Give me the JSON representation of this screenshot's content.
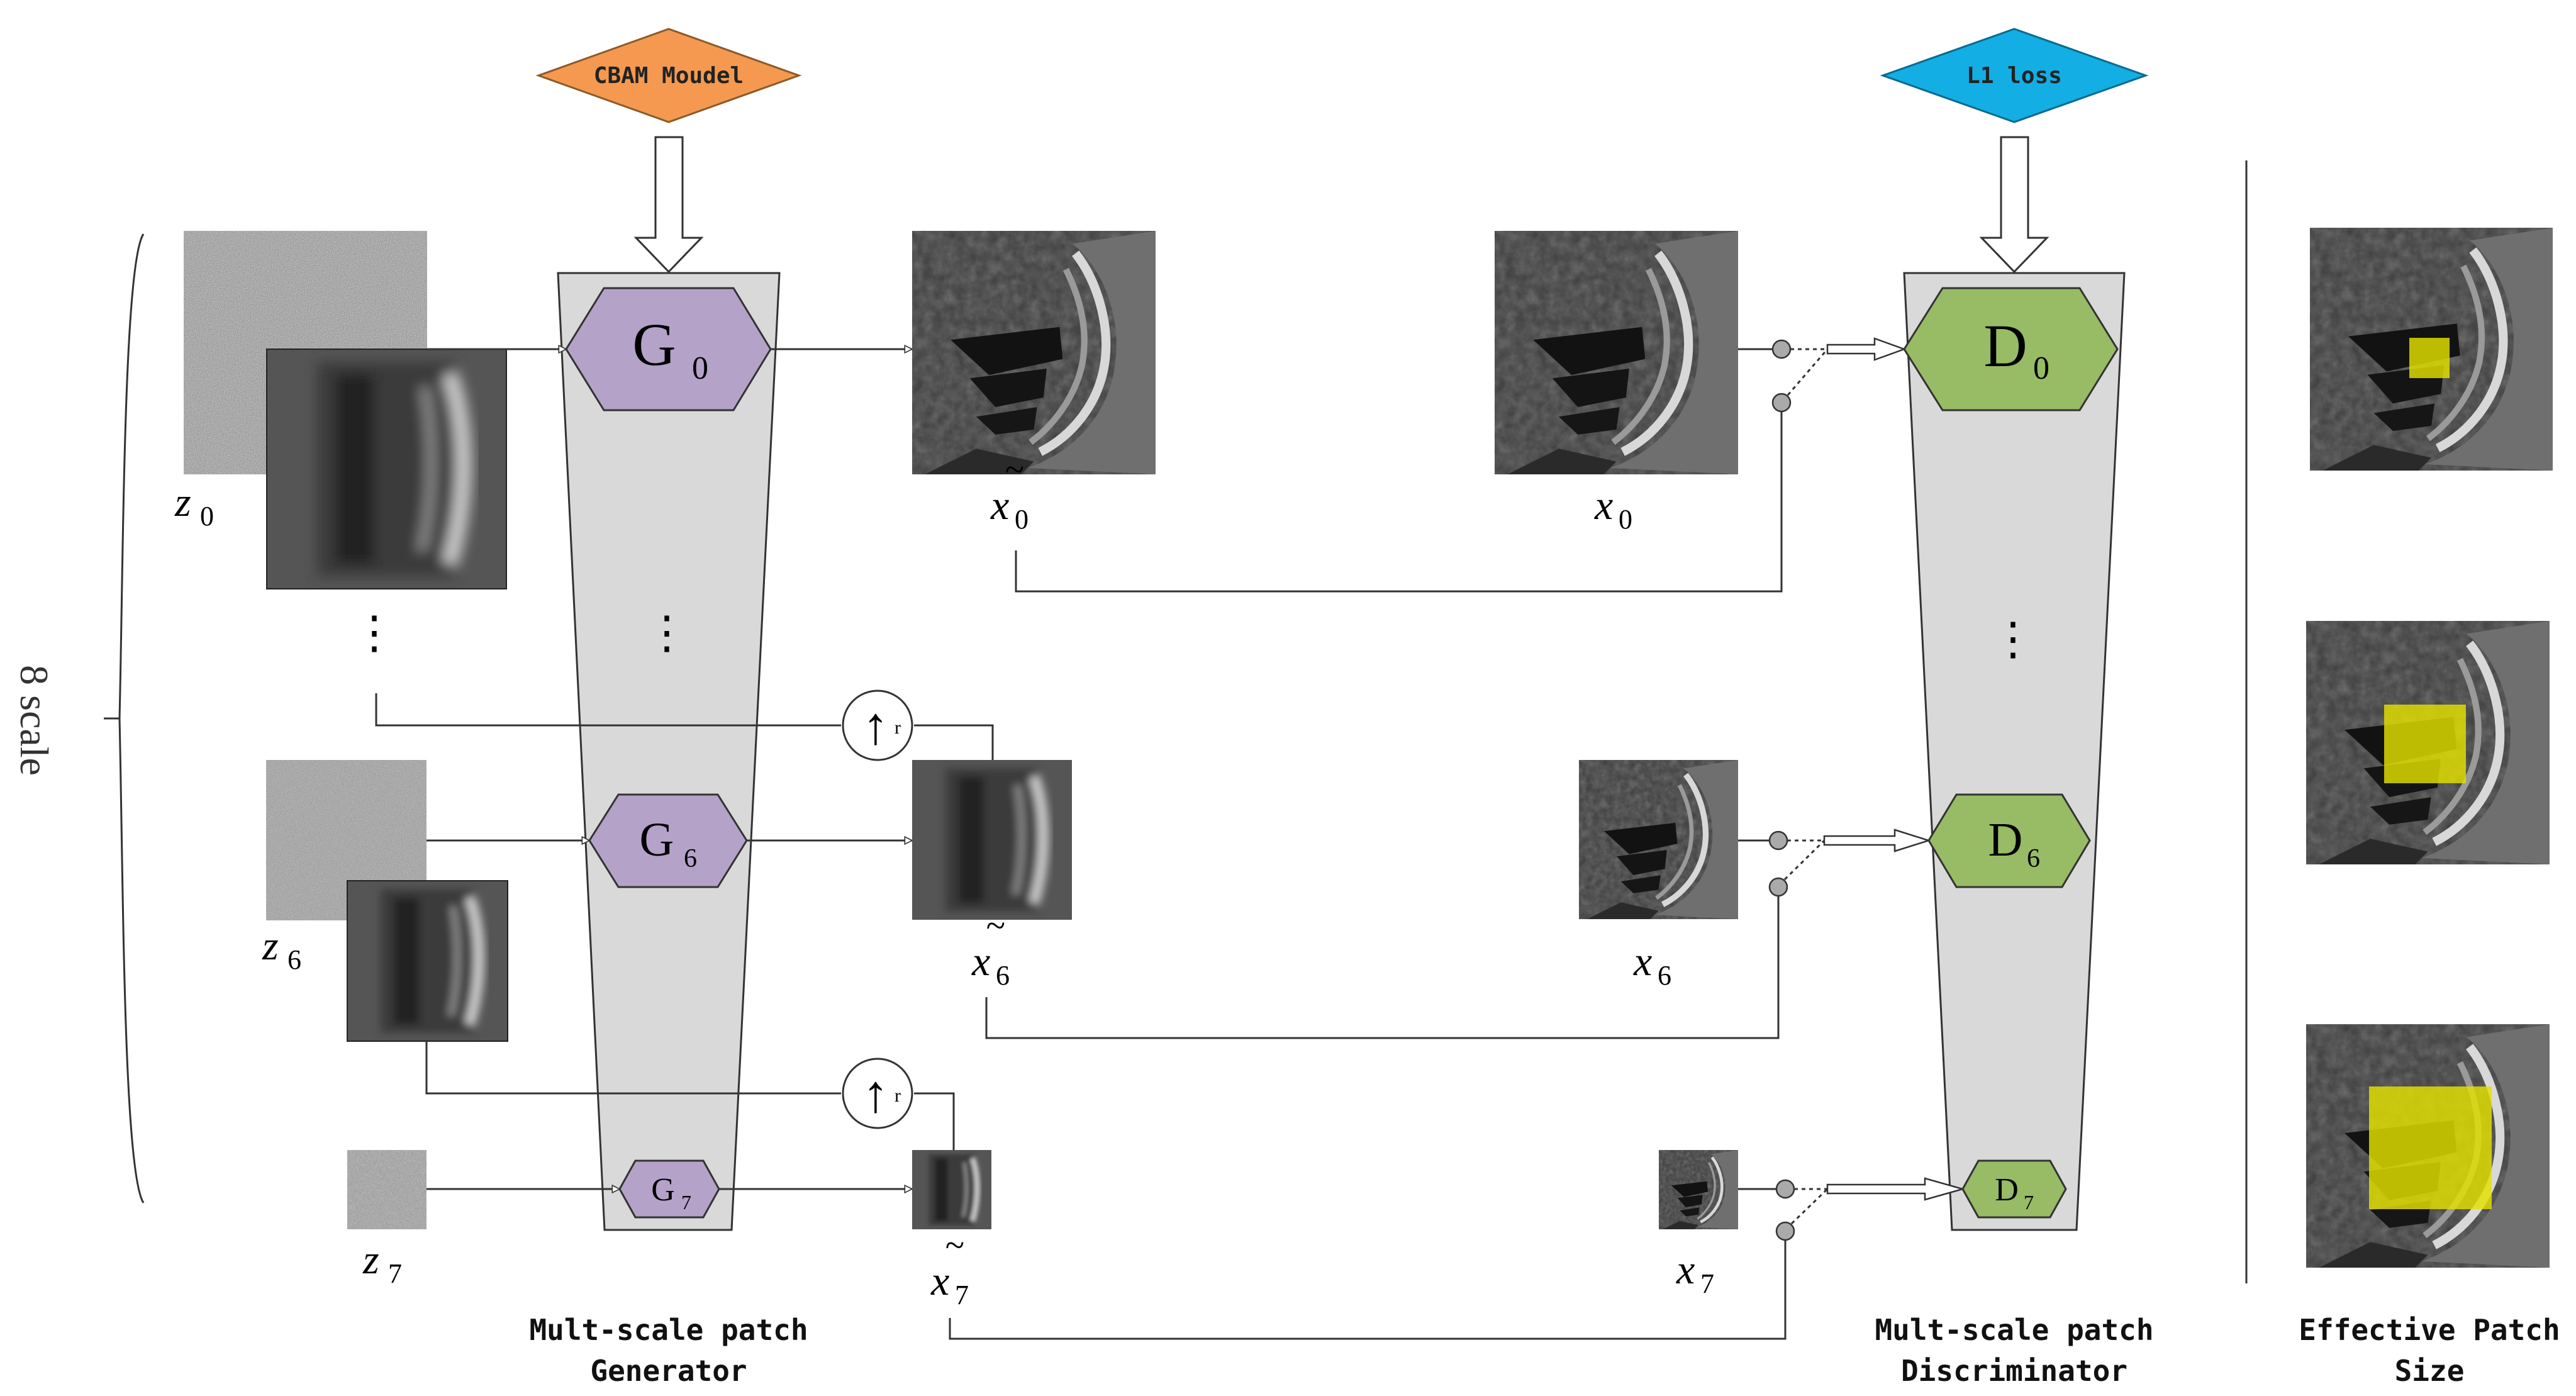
{
  "modules": {
    "cbam": "CBAM Moudel",
    "l1": "L1 loss"
  },
  "scale_label": "8 scale",
  "generators": {
    "g0": "G",
    "g0_sub": "0",
    "g6": "G",
    "g6_sub": "6",
    "g7": "G",
    "g7_sub": "7"
  },
  "discriminators": {
    "d0": "D",
    "d0_sub": "0",
    "d6": "D",
    "d6_sub": "6",
    "d7": "D",
    "d7_sub": "7"
  },
  "noise_labels": {
    "z0": "z",
    "z0_sub": "0",
    "z6": "z",
    "z6_sub": "6",
    "z7": "z",
    "z7_sub": "7"
  },
  "gen_outputs": {
    "x0": "x",
    "x0_sub": "0",
    "x6": "x",
    "x6_sub": "6",
    "x7": "x",
    "x7_sub": "7",
    "tilde": "~"
  },
  "real_inputs": {
    "x0": "x",
    "x0_sub": "0",
    "x6": "x",
    "x6_sub": "6",
    "x7": "x",
    "x7_sub": "7"
  },
  "dots": "⋮",
  "upsample": {
    "symbol": "↑",
    "sub": "r"
  },
  "captions": {
    "generator_line1": "Mult-scale patch",
    "generator_line2": "Generator",
    "discriminator_line1": "Mult-scale patch",
    "discriminator_line2": "Discriminator",
    "patch_line1": "Effective Patch",
    "patch_line2": "Size"
  },
  "colors": {
    "cbam": "#f4994f",
    "l1": "#12aee4",
    "generator": "#b4a2c9",
    "discriminator": "#98bb65",
    "trapezoid": "#d9d9d9",
    "patch": "#e4e000"
  }
}
